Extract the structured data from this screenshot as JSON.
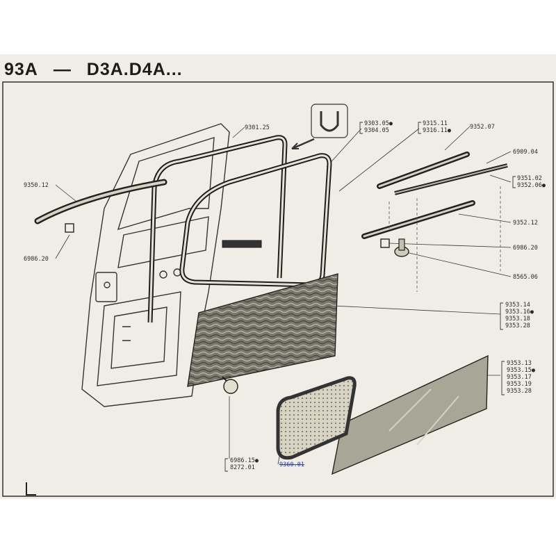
{
  "header": {
    "plate": "93A",
    "dash": "—",
    "models": "D3A.D4A..."
  },
  "labels": {
    "glass_run_channel": "9301.25",
    "clip_a": "9303.05●",
    "clip_b": "9304.05",
    "window_frame_a": "9315.11",
    "window_frame_b": "9316.11●",
    "upper_strip": "9352.07",
    "outer_bar": "6909.04",
    "bracket_a": "9351.02",
    "bracket_b": "9352.06●",
    "weatherstrip_left": "9350.12",
    "clip_left": "6986.20",
    "lower_strip": "9352.12",
    "clip_right": "6986.20",
    "knob": "8565.06",
    "upper_panel": [
      "9353.14",
      "9353.16●",
      "9353.18",
      "9353.28"
    ],
    "lower_panel": [
      "9353.13",
      "9353.15●",
      "9353.17",
      "9353.19",
      "9353.28"
    ],
    "button_a": "6986.15●",
    "button_b": "8272.01",
    "seal_frame": "9360.01"
  },
  "colors": {
    "paper": "#efede6",
    "ink": "#2a2a2a",
    "panel_dark": "#5a5a52",
    "panel_light": "#a8a696",
    "blue_mark": "#2b3f9c"
  }
}
